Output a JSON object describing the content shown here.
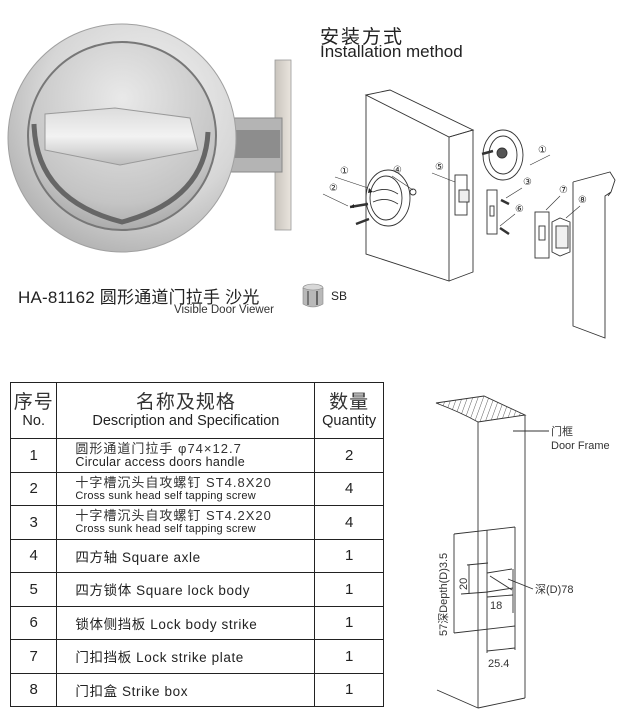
{
  "product": {
    "model": "HA-81162",
    "name_zh": "圆形通道门拉手",
    "finish_zh": "沙光",
    "caption_main": "HA-81162 圆形通道门拉手 沙光",
    "caption_sub": "Visible Door Viewer",
    "finish_code": "SB",
    "finish_swatch_color": "#b9b9b9"
  },
  "installation": {
    "title_zh": "安装方式",
    "title_en": "Installation method",
    "callouts": [
      "①",
      "②",
      "③",
      "④",
      "⑤",
      "⑥",
      "⑦",
      "⑧"
    ]
  },
  "table": {
    "headers": {
      "no_zh": "序号",
      "no_en": "No.",
      "desc_zh": "名称及规格",
      "desc_en": "Description and Specification",
      "qty_zh": "数量",
      "qty_en": "Quantity"
    },
    "rows": [
      {
        "no": "1",
        "desc_zh": "圆形通道门拉手  φ74×12.7",
        "desc_en": "Circular access doors handle",
        "qty": "2"
      },
      {
        "no": "2",
        "desc_zh": "十字槽沉头自攻螺钉 ST4.8X20",
        "desc_en": "Cross sunk head self tapping screw",
        "qty": "4"
      },
      {
        "no": "3",
        "desc_zh": "十字槽沉头自攻螺钉 ST4.2X20",
        "desc_en": "Cross sunk head self tapping screw",
        "qty": "4"
      },
      {
        "no": "4",
        "desc": "四方轴 Square axle",
        "qty": "1"
      },
      {
        "no": "5",
        "desc": "四方锁体 Square lock body",
        "qty": "1"
      },
      {
        "no": "6",
        "desc": "锁体侧挡板 Lock body strike",
        "qty": "1"
      },
      {
        "no": "7",
        "desc": "门扣挡板 Lock strike plate",
        "qty": "1"
      },
      {
        "no": "8",
        "desc": "门扣盒 Strike box",
        "qty": "1"
      }
    ]
  },
  "frame_diagram": {
    "label_zh": "门框",
    "label_en": "Door Frame",
    "dim_depth_left": "57深Depth(D)3.5",
    "dim_20": "20",
    "dim_18": "18",
    "dim_depth_right": "深(D)78",
    "dim_width": "25.4"
  }
}
